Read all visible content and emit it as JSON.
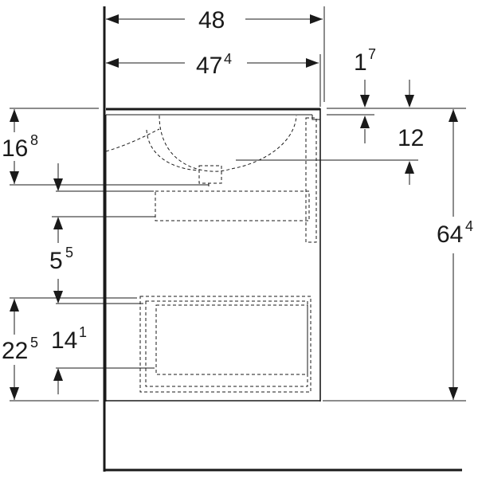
{
  "dimensions": {
    "total_width": {
      "main": "48",
      "sup": ""
    },
    "inner_width": {
      "main": "47",
      "sup": "4"
    },
    "top_offset": {
      "main": "1",
      "sup": "7"
    },
    "basin_depth": {
      "main": "12",
      "sup": ""
    },
    "total_height": {
      "main": "64",
      "sup": "4"
    },
    "drain_height": {
      "main": "16",
      "sup": "8"
    },
    "drawer_gap": {
      "main": "5",
      "sup": "5"
    },
    "lower_height": {
      "main": "22",
      "sup": "5"
    },
    "drawer_inner": {
      "main": "14",
      "sup": "1"
    }
  }
}
